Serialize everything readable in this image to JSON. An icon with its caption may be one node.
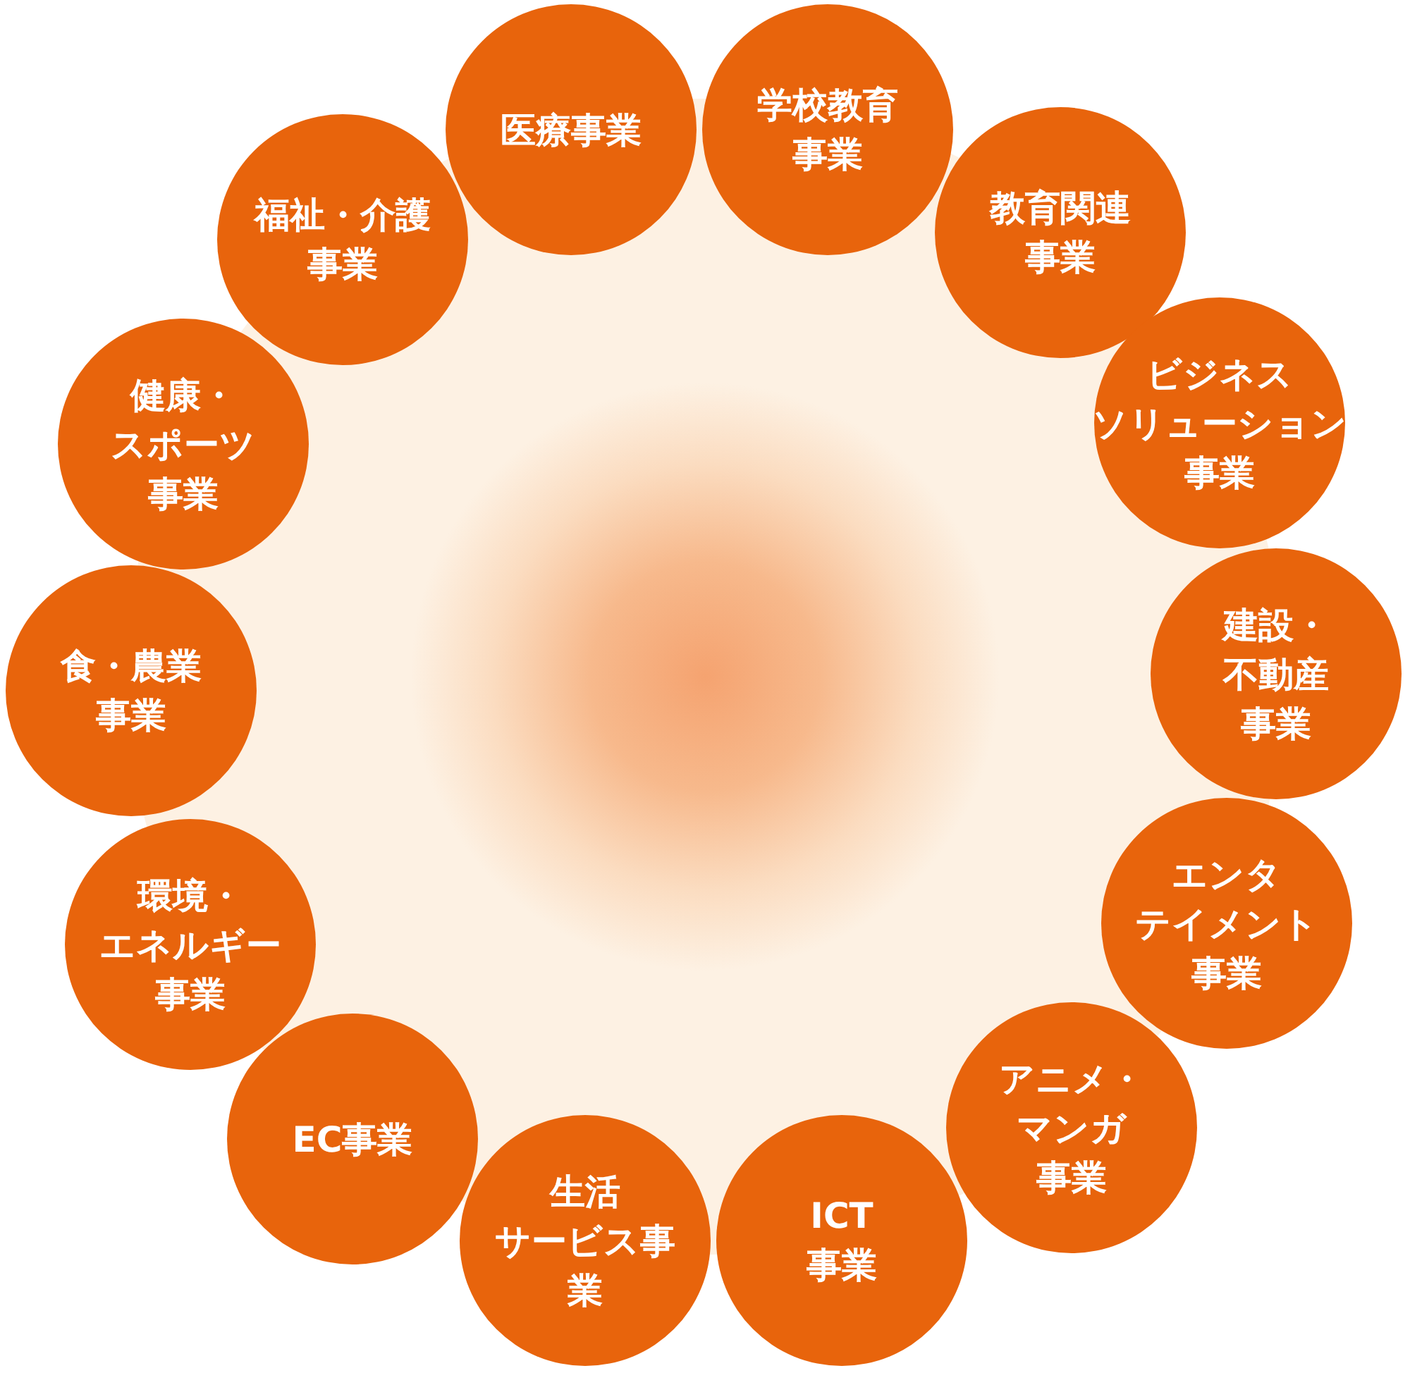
{
  "diagram": {
    "nodes": [
      {
        "text": [
          "医療事業"
        ]
      },
      {
        "text": [
          "学校教育事業"
        ]
      },
      {
        "text": [
          "教育関連事業"
        ]
      },
      {
        "text": [
          "ビジネスソリューション事業"
        ]
      },
      {
        "text": [
          "建設・不動産事業"
        ]
      },
      {
        "text": [
          "エンタテイメント事業"
        ]
      },
      {
        "text": [
          "アニメ・マンガ事業"
        ]
      },
      {
        "text": [
          "ICT事業"
        ]
      },
      {
        "text": [
          "生活サービス事業"
        ]
      },
      {
        "text": [
          "EC事業"
        ]
      },
      {
        "text": [
          "環境・エネルギー事業"
        ]
      },
      {
        "text": [
          "食・農業事業"
        ]
      },
      {
        "text": [
          "健康・スポーツ事業"
        ]
      },
      {
        "text": [
          "福祉・介護事業"
        ]
      }
    ]
  }
}
